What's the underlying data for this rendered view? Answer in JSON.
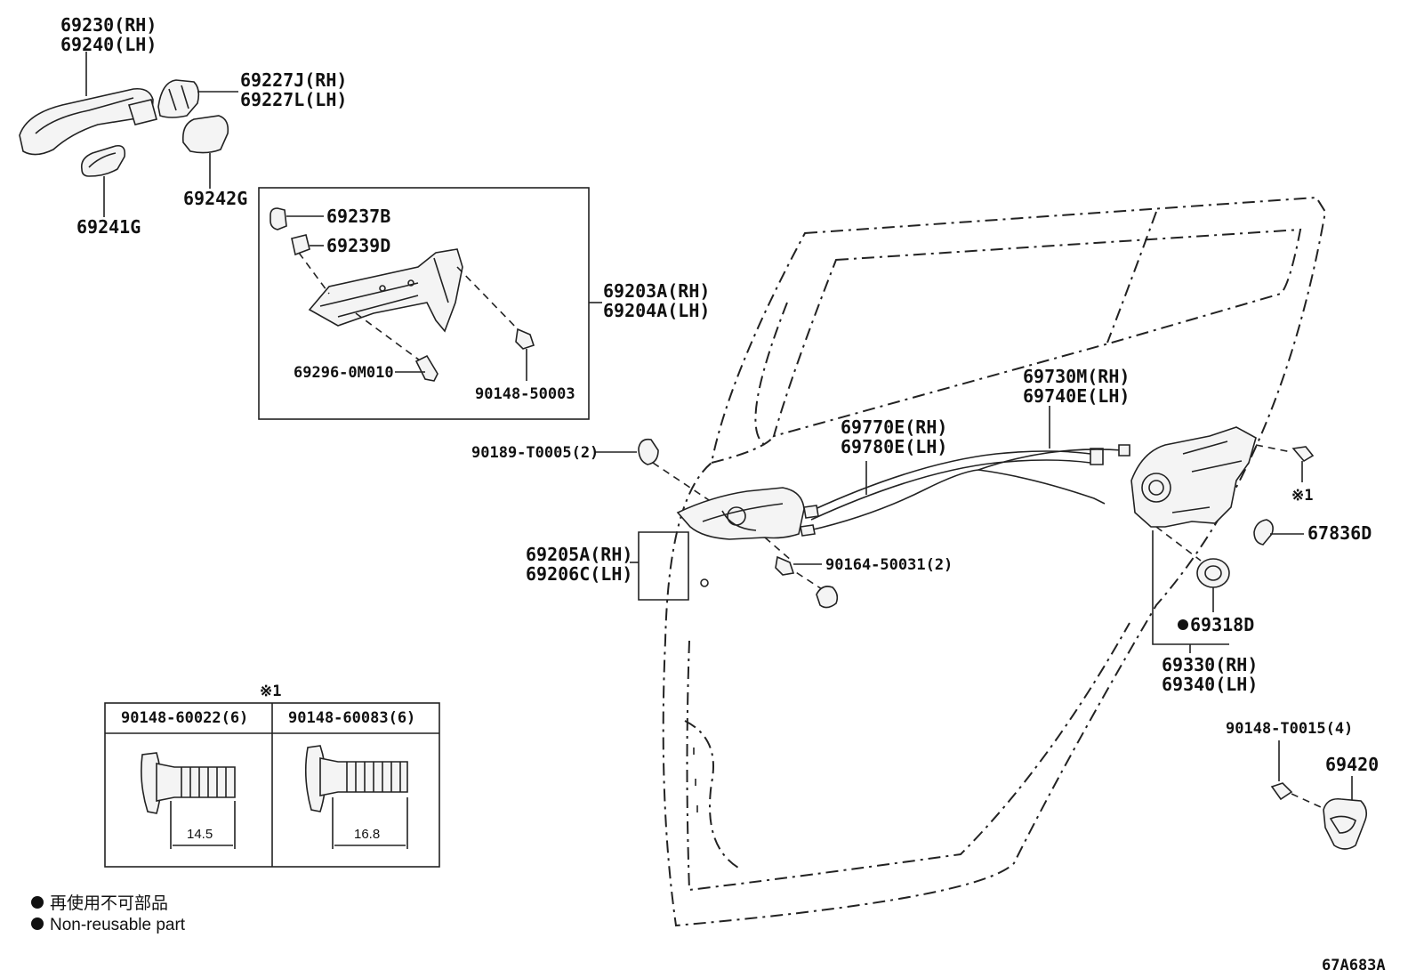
{
  "labels": {
    "handle_rh": "69230(RH)",
    "handle_lh": "69240(LH)",
    "cover_rh": "69227J(RH)",
    "cover_lh": "69227L(LH)",
    "pad_69241g": "69241G",
    "pad_69242g": "69242G",
    "clip_69237b": "69237B",
    "clip_69239d": "69239D",
    "frame_rh": "69203A(RH)",
    "frame_lh": "69204A(LH)",
    "screw_69296": "69296-0M010",
    "screw_90148_50003": "90148-50003",
    "clip_90189": "90189-T0005(2)",
    "cable_rh": "69770E(RH)",
    "cable_lh": "69780E(LH)",
    "rod_rh": "69730M(RH)",
    "rod_lh": "69740E(LH)",
    "inner_handle_rh": "69205A(RH)",
    "inner_handle_lh": "69206C(LH)",
    "screw_90164": "90164-50031(2)",
    "note_1": "※1",
    "seal_67836d": "67836D",
    "seal_69318d": "69318D",
    "lock_rh": "69330(RH)",
    "lock_lh": "69340(LH)",
    "screw_90148_t0015": "90148-T0015(4)",
    "striker_69420": "69420",
    "code": "67A683A"
  },
  "table": {
    "note": "※1",
    "col1_header": "90148-60022(6)",
    "col2_header": "90148-60083(6)",
    "col1_dim": "14.5",
    "col2_dim": "16.8"
  },
  "legend": {
    "jp": "再使用不可部品",
    "en": "Non-reusable part"
  }
}
